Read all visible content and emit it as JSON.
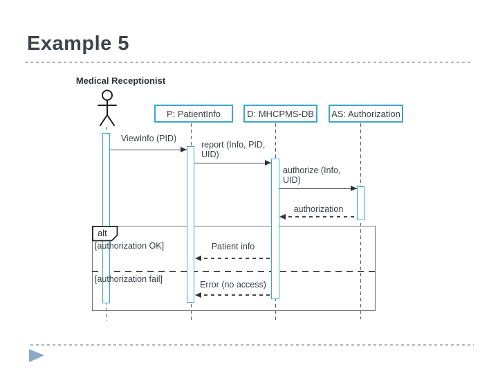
{
  "slide": {
    "title": "Example 5"
  },
  "diagram": {
    "actor_label": "Medical Receptionist",
    "lifelines": [
      {
        "id": "P",
        "label": "P: PatientInfo"
      },
      {
        "id": "D",
        "label": "D: MHCPMS-DB"
      },
      {
        "id": "AS",
        "label": "AS: Authorization"
      }
    ],
    "messages": [
      {
        "label": "ViewInfo (PID)",
        "type": "solid",
        "from": "Medical Receptionist",
        "to": "P: PatientInfo"
      },
      {
        "label": "report (Info, PID,\nUID)",
        "type": "solid",
        "from": "P: PatientInfo",
        "to": "D: MHCPMS-DB"
      },
      {
        "label": "authorize (Info,\nUID)",
        "type": "solid",
        "from": "D: MHCPMS-DB",
        "to": "AS: Authorization"
      },
      {
        "label": "authorization",
        "type": "dashed",
        "from": "AS: Authorization",
        "to": "D: MHCPMS-DB"
      },
      {
        "label": "Patient info",
        "type": "dashed",
        "from": "D: MHCPMS-DB",
        "to": "P: PatientInfo"
      },
      {
        "label": "Error (no access)",
        "type": "dashed",
        "from": "D: MHCPMS-DB",
        "to": "P: PatientInfo"
      }
    ],
    "fragment": {
      "operator": "alt",
      "guard_ok": "[authorization OK]",
      "guard_fail": "[authorization fail]"
    },
    "colors": {
      "accent_cyan": "#3BA7C8",
      "title_text": "#3E4349",
      "diagram_text": "#3A3F44",
      "message_line": "#454545",
      "fragment_border": "#757575",
      "separator_dash": "#AEB4B8",
      "bullet_triangle": "#8EA9C6"
    }
  }
}
